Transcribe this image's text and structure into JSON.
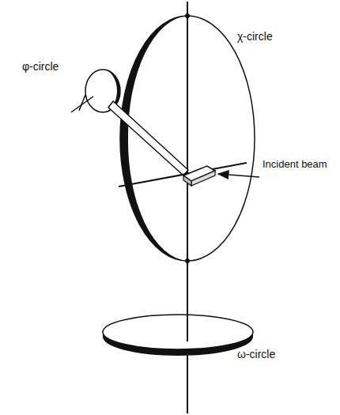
{
  "diagram": {
    "labels": [
      "χ-circle",
      "φ-circle",
      "Incident beam",
      "ω-circle"
    ]
  }
}
